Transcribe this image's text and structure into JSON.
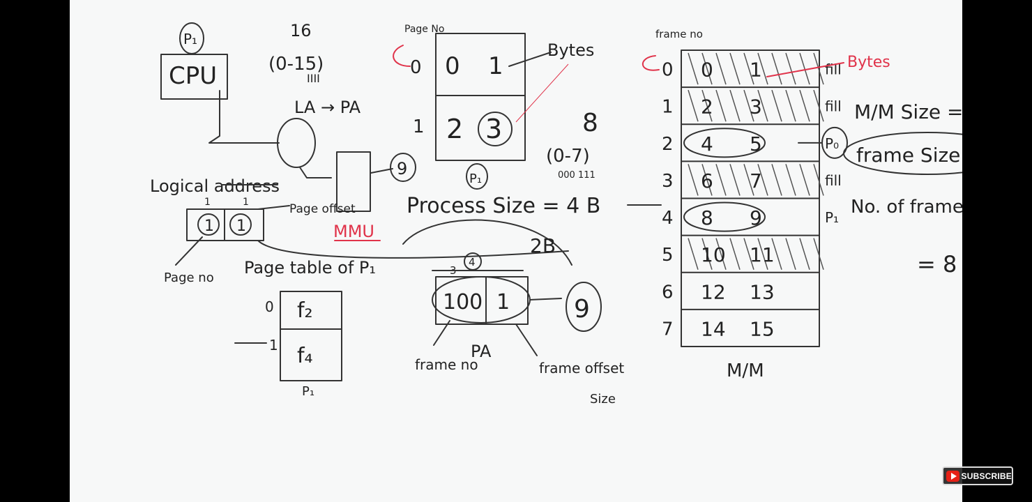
{
  "board": {
    "p1_circle": "P₁",
    "cpu": "CPU",
    "addr_bits": "16",
    "addr_range": "(0-15)",
    "addr_ticks": "IIII",
    "la_pa": "LA → PA",
    "logical_address": "Logical address",
    "la_bit_1": "1",
    "la_bit_2": "1",
    "la_cell_1": "1",
    "la_cell_2": "1",
    "page_offset": "Page offset",
    "mmu": "MMU",
    "page_no_label": "Page no",
    "mmu_result": "9",
    "page_table_title": "Page table of P₁",
    "page_table": {
      "rows": [
        {
          "index": "0",
          "frame": "f₂"
        },
        {
          "index": "1",
          "frame": "f₄"
        }
      ],
      "caption": "P₁"
    },
    "process_pages": {
      "header": "Page No",
      "rows": [
        {
          "page": "0",
          "bytes": [
            "0",
            "1"
          ]
        },
        {
          "page": "1",
          "bytes": [
            "2",
            "3"
          ]
        }
      ],
      "caption": "P₁",
      "bytes_label": "Bytes"
    },
    "frames_count": "8",
    "frames_range": "(0-7)",
    "frames_bits": "000 111",
    "process_size": "Process Size = 4 B",
    "size_2b": "2B",
    "pa": {
      "bits_frame": "3",
      "bits_total": "4",
      "frame_bits": "100",
      "offset_bit": "1",
      "result": "9",
      "label": "PA",
      "frame_no": "frame no",
      "frame_offset": "frame offset",
      "size": "Size"
    },
    "memory": {
      "header": "frame no",
      "rows": [
        {
          "frame": "0",
          "a": "0",
          "b": "1",
          "tag": "fill"
        },
        {
          "frame": "1",
          "a": "2",
          "b": "3",
          "tag": "fill"
        },
        {
          "frame": "2",
          "a": "4",
          "b": "5",
          "tag": "P₀"
        },
        {
          "frame": "3",
          "a": "6",
          "b": "7",
          "tag": "fill"
        },
        {
          "frame": "4",
          "a": "8",
          "b": "9",
          "tag": "P₁"
        },
        {
          "frame": "5",
          "a": "10",
          "b": "11",
          "tag": ""
        },
        {
          "frame": "6",
          "a": "12",
          "b": "13",
          "tag": ""
        },
        {
          "frame": "7",
          "a": "14",
          "b": "15",
          "tag": ""
        }
      ],
      "caption": "M/M",
      "bytes_label": "Bytes"
    },
    "right_notes": {
      "mm_size": "M/M Size =",
      "frame_size": "frame Size",
      "no_frames": "No. of frames",
      "equals": "= 8"
    }
  },
  "overlay": {
    "subscribe_label": "SUBSCRIBE"
  },
  "colors": {
    "board": "#f7f8f8",
    "ink": "#222222",
    "marker_red": "#e0334a",
    "youtube_red": "#e62117"
  }
}
